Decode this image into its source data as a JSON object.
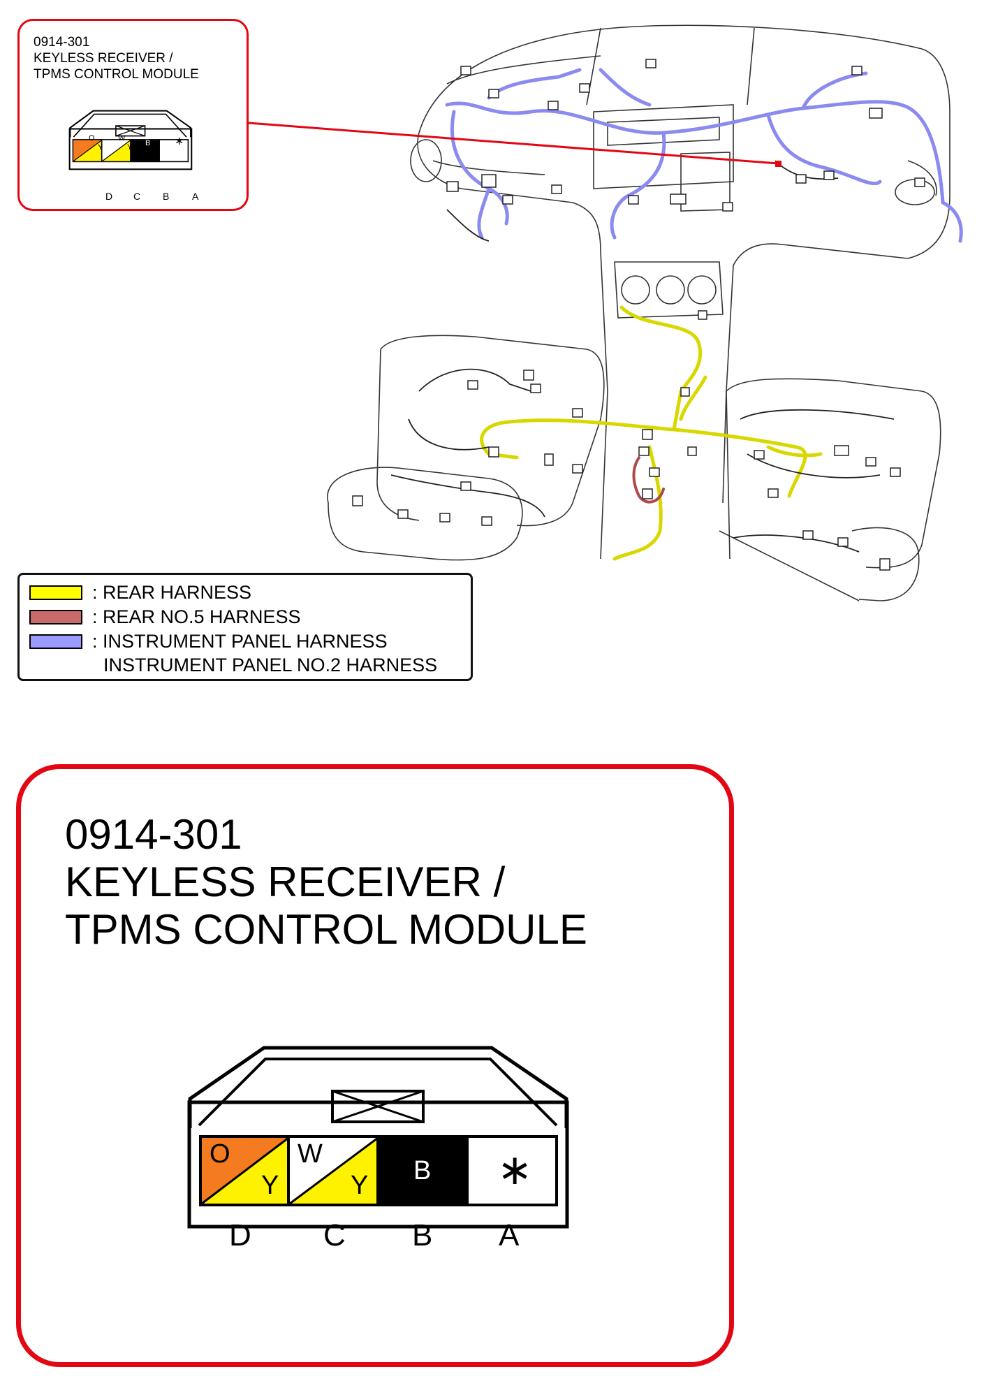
{
  "callout_small": {
    "part_number": "0914-301",
    "name_line1": "KEYLESS RECEIVER /",
    "name_line2": "TPMS CONTROL MODULE"
  },
  "callout_large": {
    "part_number": "0914-301",
    "name_line1": "KEYLESS RECEIVER /",
    "name_line2": "TPMS CONTROL MODULE"
  },
  "connector": {
    "pin_labels": [
      "D",
      "C",
      "B",
      "A"
    ],
    "pins": [
      {
        "pin": "D",
        "wire_top": "O",
        "wire_bottom": "Y",
        "color_top": "#f47b20",
        "color_bottom": "#fff200"
      },
      {
        "pin": "C",
        "wire_top": "W",
        "wire_bottom": "Y",
        "color_top": "#ffffff",
        "color_bottom": "#fff200"
      },
      {
        "pin": "B",
        "wire": "B",
        "color": "#000000"
      },
      {
        "pin": "A",
        "wire": "∗",
        "color": "#ffffff"
      }
    ]
  },
  "legend": {
    "items": [
      {
        "label": ": REAR HARNESS",
        "color": "#ffff00"
      },
      {
        "label": ": REAR NO.5 HARNESS",
        "color": "#c96b6b"
      },
      {
        "label": ": INSTRUMENT PANEL HARNESS",
        "color": "#9a9aff"
      }
    ],
    "extra_line": "INSTRUMENT PANEL NO.2 HARNESS"
  },
  "colors": {
    "callout_border": "#e30613",
    "rear_harness": "#ffff00",
    "rear_no5_harness": "#c96b6b",
    "instrument_panel_harness": "#9a9aff"
  }
}
